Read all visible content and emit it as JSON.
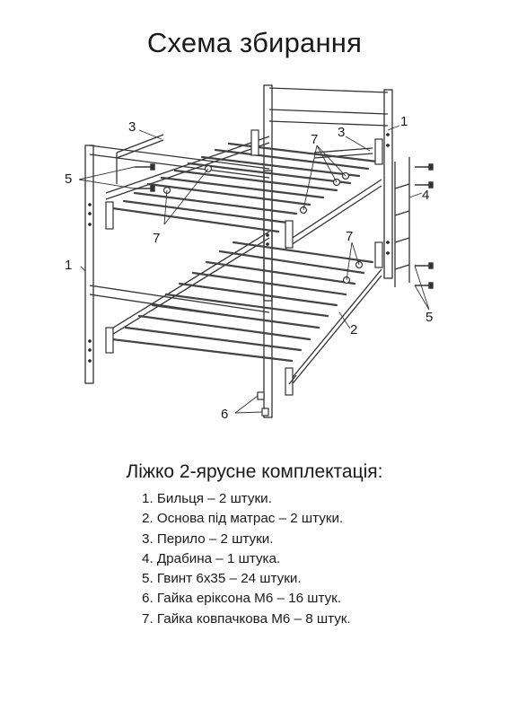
{
  "title": "Схема збирання",
  "diagram": {
    "callouts": [
      "1",
      "2",
      "3",
      "4",
      "5",
      "6",
      "7"
    ]
  },
  "kit": {
    "heading": "Ліжко 2-ярусне комплектація:",
    "items": [
      "1. Бильця – 2 штуки.",
      "2. Основа під матрас – 2 штуки.",
      "3. Перило – 2 штуки.",
      "4. Драбина – 1 штука.",
      "5. Гвинт 6х35 – 24 штуки.",
      "6. Гайка еріксона М6 – 16 штук.",
      "7. Гайка ковпачкова М6 – 8 штук."
    ]
  }
}
